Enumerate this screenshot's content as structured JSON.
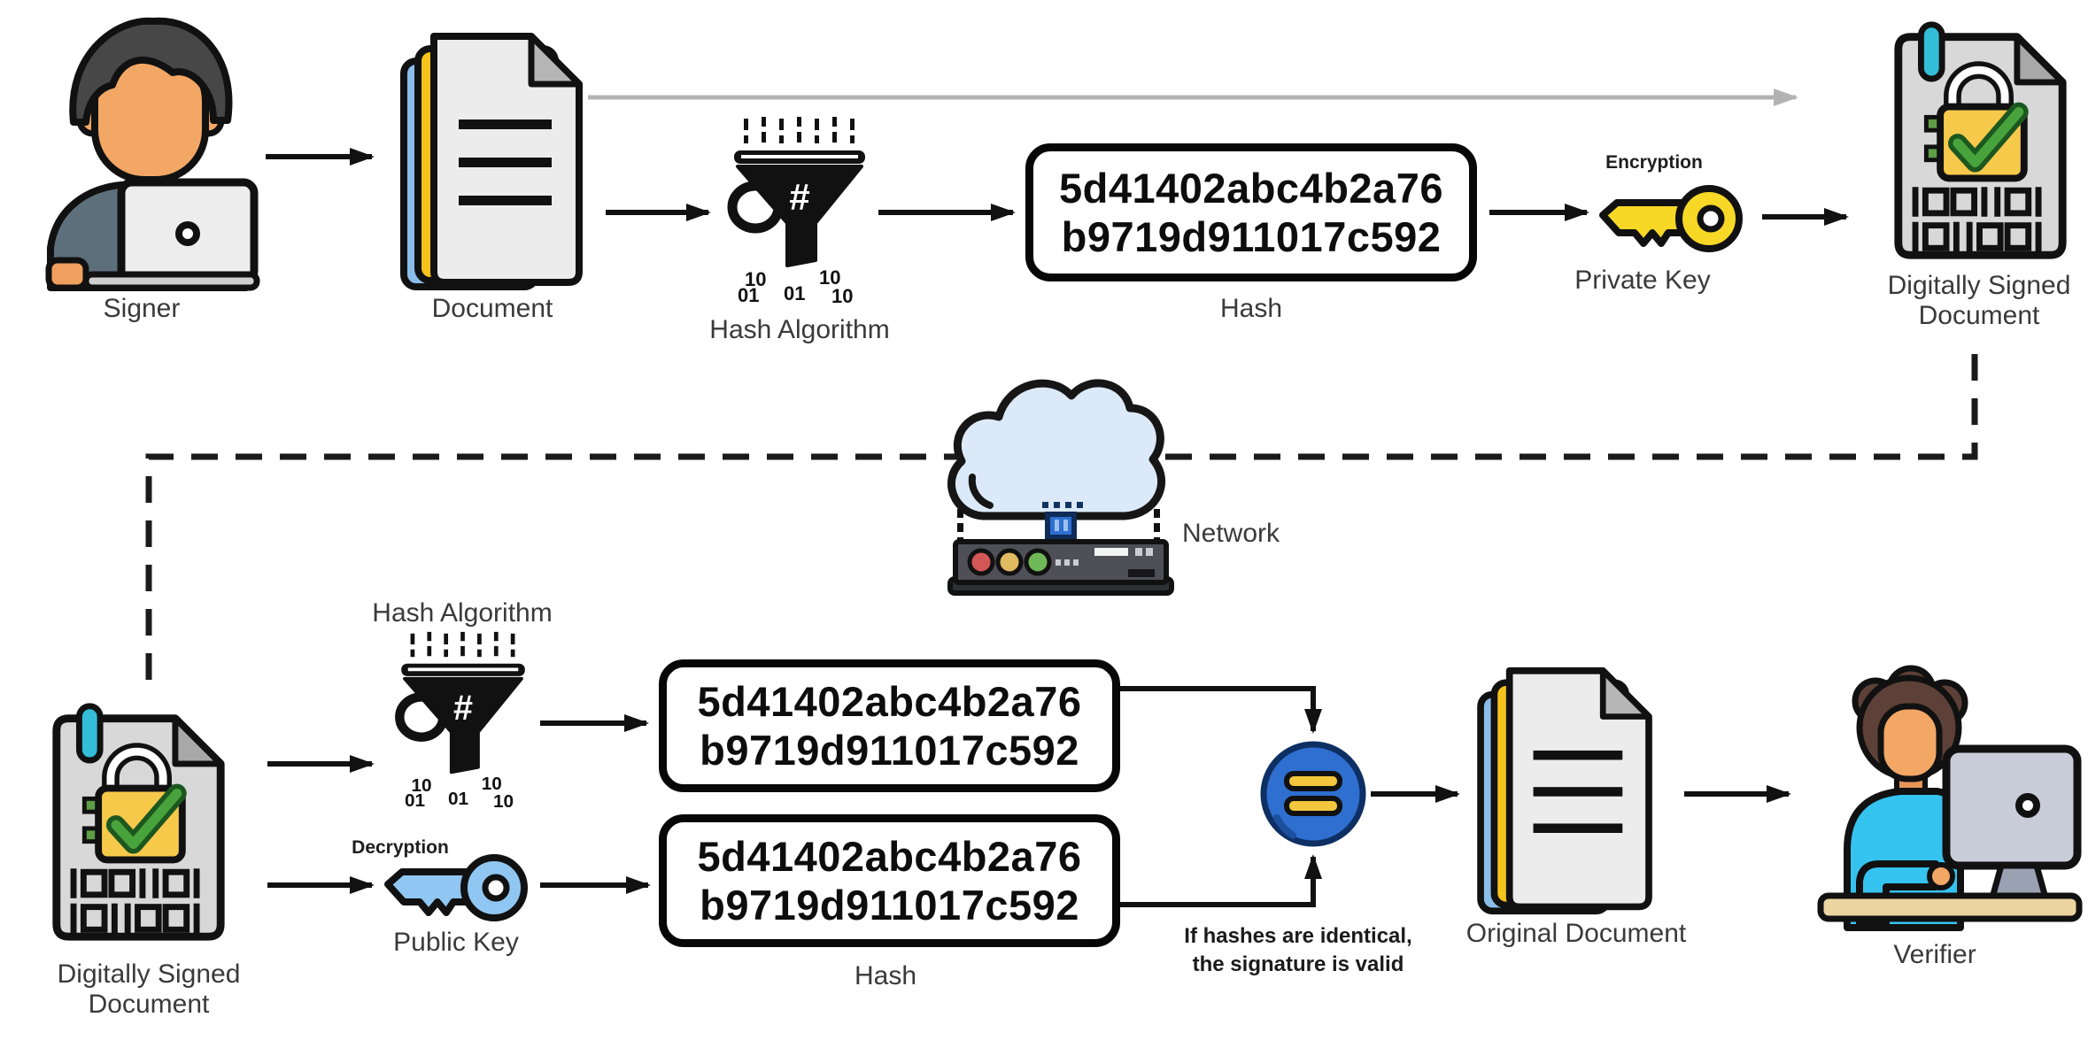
{
  "labels": {
    "signer": "Signer",
    "document": "Document",
    "hash_algorithm_top": "Hash Algorithm",
    "hash_top": "Hash",
    "encryption": "Encryption",
    "private_key": "Private Key",
    "digitally_signed_line1": "Digitally Signed",
    "digitally_signed_line2": "Document",
    "network": "Network",
    "hash_algorithm_bottom": "Hash Algorithm",
    "decryption": "Decryption",
    "public_key": "Public Key",
    "hash_bottom": "Hash",
    "note_line1": "If hashes are identical,",
    "note_line2": "the signature is valid",
    "original_document": "Original Document",
    "verifier": "Verifier"
  },
  "hash_boxes": {
    "signing": {
      "line1": "5d41402abc4b2a76",
      "line2": "b9719d911017c592"
    },
    "computed": {
      "line1": "5d41402abc4b2a76",
      "line2": "b9719d911017c592"
    },
    "decrypted": {
      "line1": "5d41402abc4b2a76",
      "line2": "b9719d911017c592"
    }
  },
  "icon_art": {
    "funnel_hash_glyph": "#",
    "funnel_bits": [
      "10",
      "01",
      "01",
      "10",
      "10"
    ]
  },
  "colors": {
    "outline": "#111111",
    "accent_blue": "#2e6fd0",
    "document_yellow": "#f6c21c",
    "document_blue": "#8bbde9",
    "page_gray": "#ececec",
    "signed_page_gray": "#d8d8d8",
    "lock_yellow": "#f7c94b",
    "check_green": "#49a33c",
    "private_key_yellow": "#f8d826",
    "public_key_blue": "#90c7f2",
    "cloud_blue": "#dce9f8",
    "router_gray": "#4f4f58",
    "verifier_shirt_cyan": "#35c3ef",
    "desk_tan": "#ecd4a1",
    "skin": "#f2a765",
    "gray_arrow": "#b3b3b3"
  }
}
